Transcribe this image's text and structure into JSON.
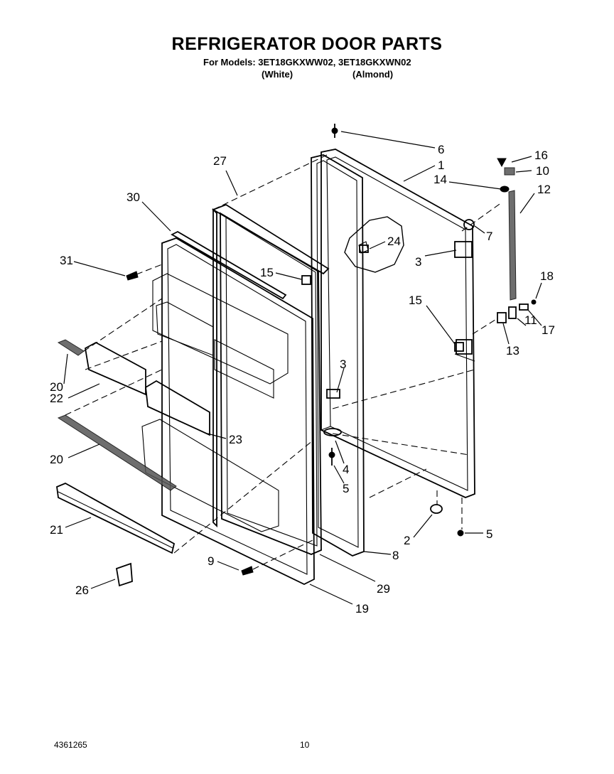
{
  "header": {
    "title": "REFRIGERATOR DOOR PARTS",
    "models_line": "For Models: 3ET18GKXWW02, 3ET18GKXWN02",
    "variant_white": "(White)",
    "variant_almond": "(Almond)"
  },
  "footer": {
    "doc_number": "4361265",
    "page_number": "10"
  },
  "callouts": [
    "6",
    "1",
    "16",
    "10",
    "14",
    "12",
    "27",
    "7",
    "30",
    "24",
    "31",
    "15",
    "3",
    "18",
    "15",
    "11",
    "17",
    "13",
    "3",
    "20",
    "22",
    "4",
    "23",
    "5",
    "20",
    "21",
    "2",
    "5",
    "8",
    "9",
    "29",
    "26",
    "19"
  ]
}
